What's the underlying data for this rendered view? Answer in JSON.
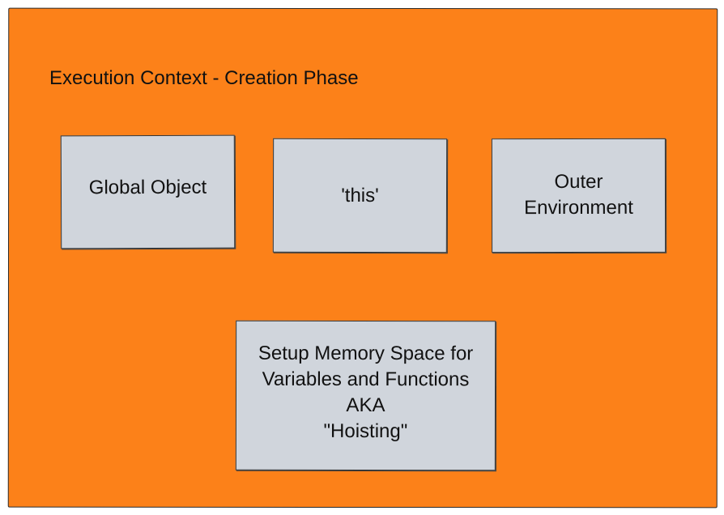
{
  "diagram": {
    "title": "Execution Context - Creation Phase",
    "boxes": {
      "global_object": "Global Object",
      "this": "'this'",
      "outer_environment": "Outer\nEnvironment",
      "memory_setup": "Setup Memory Space for\nVariables and Functions\nAKA\n\"Hoisting\""
    },
    "colors": {
      "container_fill": "#fc8119",
      "box_fill": "#d0d5dc",
      "stroke": "#2b2b2b"
    }
  }
}
